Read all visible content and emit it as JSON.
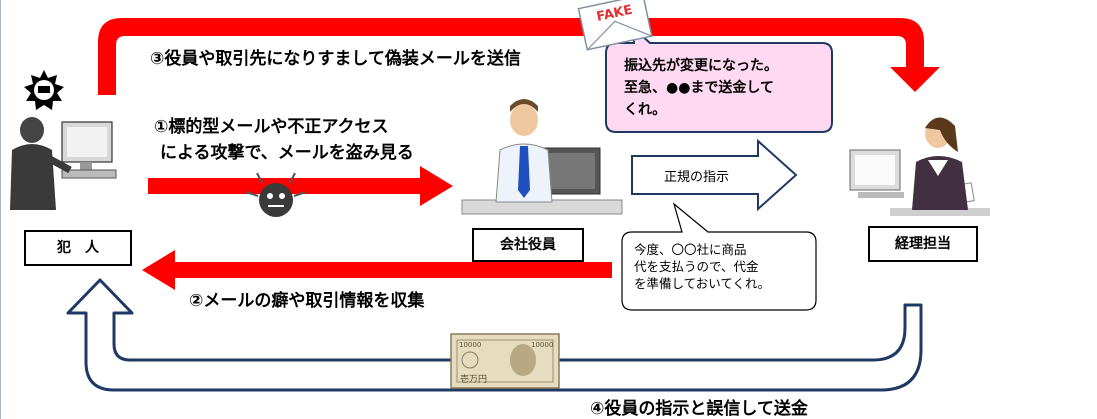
{
  "steps": {
    "step1_line1": "①標的型メールや不正アクセス",
    "step1_line2": "による攻撃で、メールを盗み見る",
    "step2": "②メールの癖や取引情報を収集",
    "step3": "③役員や取引先になりすまして偽装メールを送信",
    "step4": "④役員の指示と誤信して送金"
  },
  "actors": {
    "criminal": "犯　人",
    "executive": "会社役員",
    "accounting": "経理担当"
  },
  "legit_instruction": "正規の指示",
  "legit_bubble": [
    "今度、〇〇社に商品",
    "代を支払うので、代金",
    "を準備しておいてくれ。"
  ],
  "fake_bubble": [
    "振込先が変更になった。",
    "至急、●●まで送金して",
    "くれ。"
  ],
  "envelope_label": "FAKE",
  "banknote": {
    "value": "10000",
    "denomination": "壱万円"
  },
  "colors": {
    "red_arrow": "#ff0000",
    "navy_arrow": "#1f3864",
    "fake_bubble_fill": "#ffd9f2",
    "fake_bubble_border": "#1f3864"
  }
}
